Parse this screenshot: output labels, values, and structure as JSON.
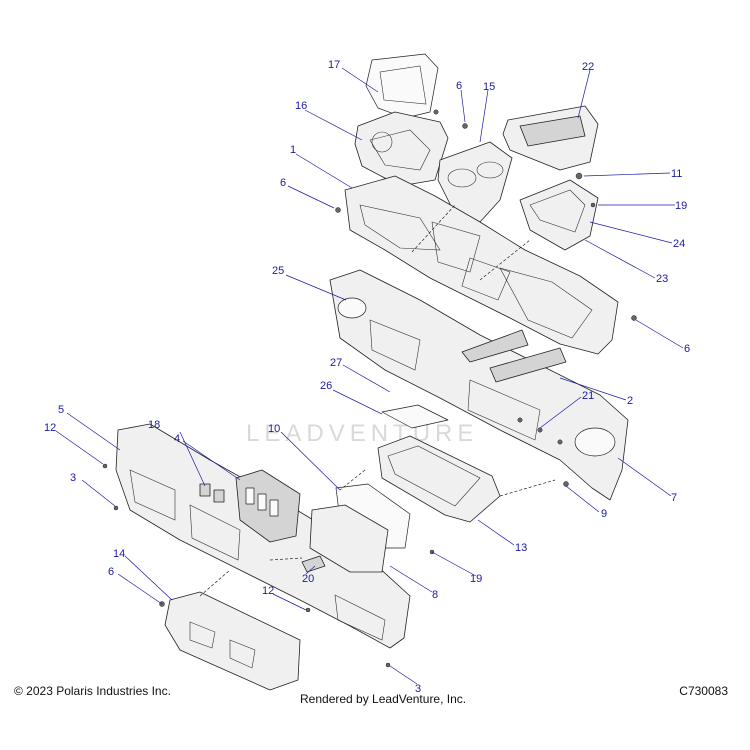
{
  "watermark": "LEADVENTURE",
  "footer": {
    "copyright": "© 2023 Polaris Industries Inc.",
    "rendered_by": "Rendered by LeadVenture, Inc.",
    "diagram_code": "C730083"
  },
  "callouts": {
    "c1": "1",
    "c2": "2",
    "c3a": "3",
    "c3b": "3",
    "c4": "4",
    "c5": "5",
    "c6a": "6",
    "c6b": "6",
    "c6c": "6",
    "c6d": "6",
    "c7": "7",
    "c8": "8",
    "c9": "9",
    "c10": "10",
    "c11": "11",
    "c12a": "12",
    "c12b": "12",
    "c13": "13",
    "c14": "14",
    "c15": "15",
    "c16": "16",
    "c17": "17",
    "c18": "18",
    "c19a": "19",
    "c19b": "19",
    "c20": "20",
    "c21": "21",
    "c22": "22",
    "c23": "23",
    "c24": "24",
    "c25": "25",
    "c26": "26",
    "c27": "27"
  }
}
